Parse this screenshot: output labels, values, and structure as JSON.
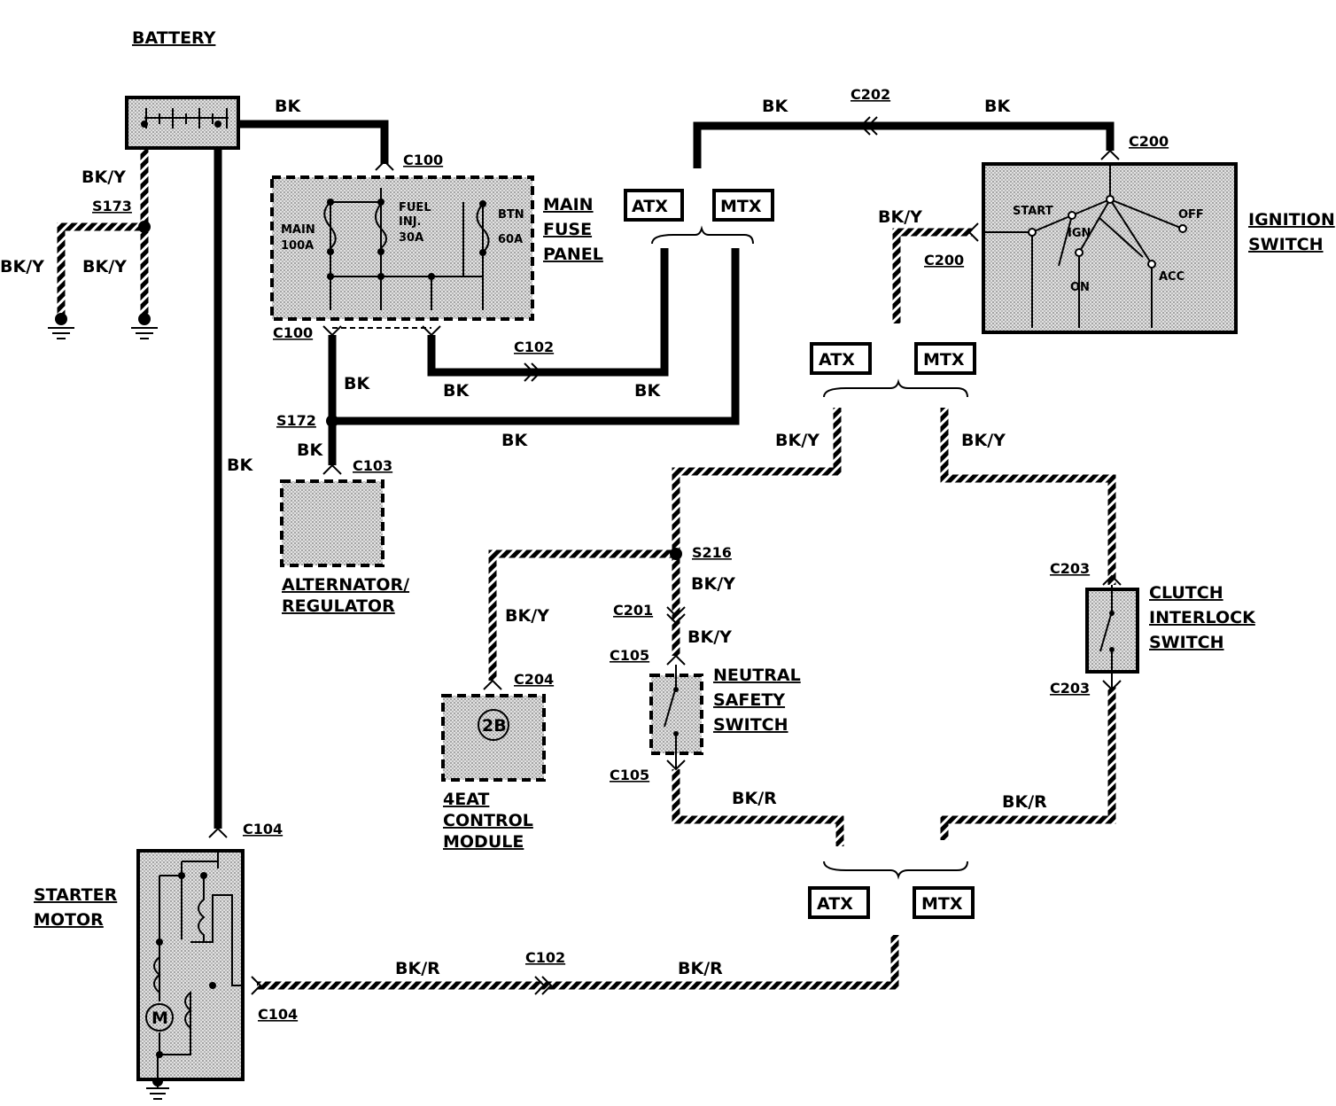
{
  "components": {
    "battery": "BATTERY",
    "main_fuse_panel": [
      "MAIN",
      "FUSE",
      "PANEL"
    ],
    "ignition_switch": [
      "IGNITION",
      "SWITCH"
    ],
    "alternator": [
      "ALTERNATOR/",
      "REGULATOR"
    ],
    "control_module": [
      "4EAT",
      "CONTROL",
      "MODULE"
    ],
    "neutral_safety": [
      "NEUTRAL",
      "SAFETY",
      "SWITCH"
    ],
    "clutch_interlock": [
      "CLUTCH",
      "INTERLOCK",
      "SWITCH"
    ],
    "starter_motor": [
      "STARTER",
      "MOTOR"
    ]
  },
  "fuses": {
    "main": [
      "MAIN",
      "100A"
    ],
    "fuel": [
      "FUEL",
      "INJ.",
      "30A"
    ],
    "btn": [
      "BTN",
      "60A"
    ]
  },
  "ignition_positions": {
    "start": "START",
    "ign": "IGN",
    "off": "OFF",
    "on": "ON",
    "acc": "ACC"
  },
  "module_symbol": "2B",
  "motor_symbol": "M",
  "selectors": {
    "atx": "ATX",
    "mtx": "MTX"
  },
  "connectors": {
    "c100": "C100",
    "c102": "C102",
    "c103": "C103",
    "c104": "C104",
    "c105": "C105",
    "c200": "C200",
    "c201": "C201",
    "c202": "C202",
    "c203": "C203",
    "c204": "C204",
    "s172": "S172",
    "s173": "S173",
    "s216": "S216"
  },
  "wires": {
    "bk": "BK",
    "bky": "BK/Y",
    "bkr": "BK/R"
  },
  "colors": {
    "ink": "#000000",
    "fill": "#d8d8d8"
  }
}
